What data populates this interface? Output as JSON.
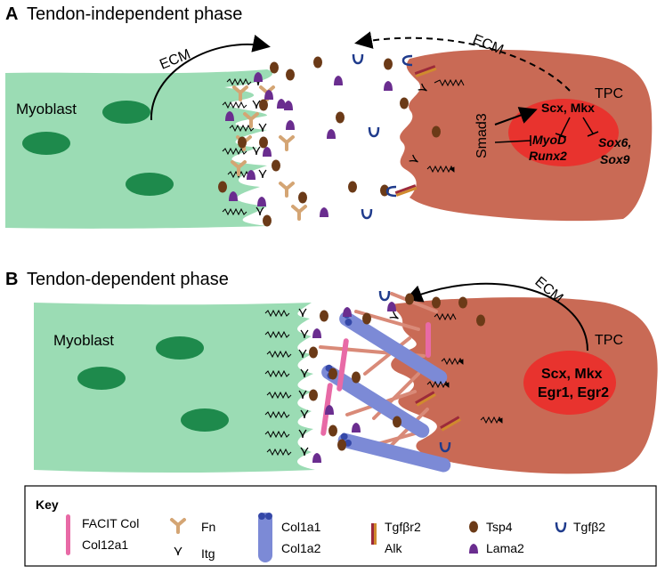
{
  "panelA": {
    "letter": "A",
    "title": "Tendon-independent phase",
    "myoblast": "Myoblast",
    "tpc": "TPC",
    "ecm_left": "ECM",
    "ecm_right": "ECM",
    "smad": "Smad3",
    "scx": "Scx, Mkx",
    "myod": "MyoD",
    "runx": "Runx2",
    "sox6": "Sox6,",
    "sox9": "Sox9"
  },
  "panelB": {
    "letter": "B",
    "title": "Tendon-dependent phase",
    "myoblast": "Myoblast",
    "tpc": "TPC",
    "ecm": "ECM",
    "genes1": "Scx, Mkx",
    "genes2": "Egr1, Egr2"
  },
  "key": {
    "title": "Key",
    "facit1": "FACIT Col",
    "facit2": "Col12a1",
    "fn": "Fn",
    "itg": "Itg",
    "col1": "Col1a1",
    "col2": "Col1a2",
    "tgfbr2": "Tgfβr2",
    "alk": "Alk",
    "tsp4": "Tsp4",
    "lama2": "Lama2",
    "tgfb2": "Tgfβ2"
  },
  "colors": {
    "myoblast": "#9bdcb4",
    "nucleus": "#1e8a4c",
    "tpc": "#c96a55",
    "tpc_nucleus": "#e8332e",
    "collagen": "#7c8ad6",
    "collagen_end": "#3548a8",
    "facit": "#e86aa6",
    "fn": "#d4a574",
    "tsp4": "#6b3a17",
    "lama2": "#6a2d8f",
    "tgfb2": "#1f3b8c",
    "tgfbr2": "#9c2a3a",
    "alk": "#d08a2e"
  }
}
